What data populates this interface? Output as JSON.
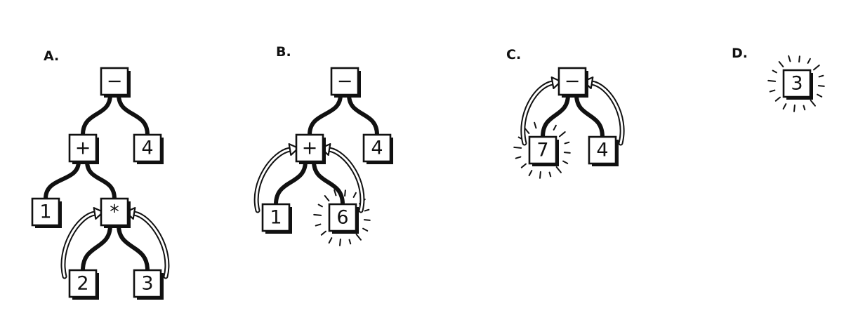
{
  "panels": [
    {
      "label": "A.",
      "nodes": [
        {
          "id": "a_minus",
          "text": "−"
        },
        {
          "id": "a_plus",
          "text": "+"
        },
        {
          "id": "a_4",
          "text": "4"
        },
        {
          "id": "a_1",
          "text": "1"
        },
        {
          "id": "a_mult",
          "text": "*"
        },
        {
          "id": "a_2",
          "text": "2"
        },
        {
          "id": "a_3",
          "text": "3"
        }
      ],
      "edges": [
        [
          "a_minus",
          "a_plus"
        ],
        [
          "a_minus",
          "a_4"
        ],
        [
          "a_plus",
          "a_1"
        ],
        [
          "a_plus",
          "a_mult"
        ],
        [
          "a_mult",
          "a_2"
        ],
        [
          "a_mult",
          "a_3"
        ]
      ],
      "arrows": [
        [
          "a_2",
          "a_mult"
        ],
        [
          "a_3",
          "a_mult"
        ]
      ],
      "highlighted": []
    },
    {
      "label": "B.",
      "nodes": [
        {
          "id": "b_minus",
          "text": "−"
        },
        {
          "id": "b_plus",
          "text": "+"
        },
        {
          "id": "b_4",
          "text": "4"
        },
        {
          "id": "b_1",
          "text": "1"
        },
        {
          "id": "b_6",
          "text": "6"
        }
      ],
      "edges": [
        [
          "b_minus",
          "b_plus"
        ],
        [
          "b_minus",
          "b_4"
        ],
        [
          "b_plus",
          "b_1"
        ],
        [
          "b_plus",
          "b_6"
        ]
      ],
      "arrows": [
        [
          "b_1",
          "b_plus"
        ],
        [
          "b_6",
          "b_plus"
        ]
      ],
      "highlighted": [
        "b_6"
      ]
    },
    {
      "label": "C.",
      "nodes": [
        {
          "id": "c_minus",
          "text": "−"
        },
        {
          "id": "c_7",
          "text": "7"
        },
        {
          "id": "c_4",
          "text": "4"
        }
      ],
      "edges": [
        [
          "c_minus",
          "c_7"
        ],
        [
          "c_minus",
          "c_4"
        ]
      ],
      "arrows": [
        [
          "c_7",
          "c_minus"
        ],
        [
          "c_4",
          "c_minus"
        ]
      ],
      "highlighted": [
        "c_7"
      ]
    },
    {
      "label": "D.",
      "nodes": [
        {
          "id": "d_3",
          "text": "3"
        }
      ],
      "edges": [],
      "arrows": [],
      "highlighted": [
        "d_3"
      ]
    }
  ]
}
